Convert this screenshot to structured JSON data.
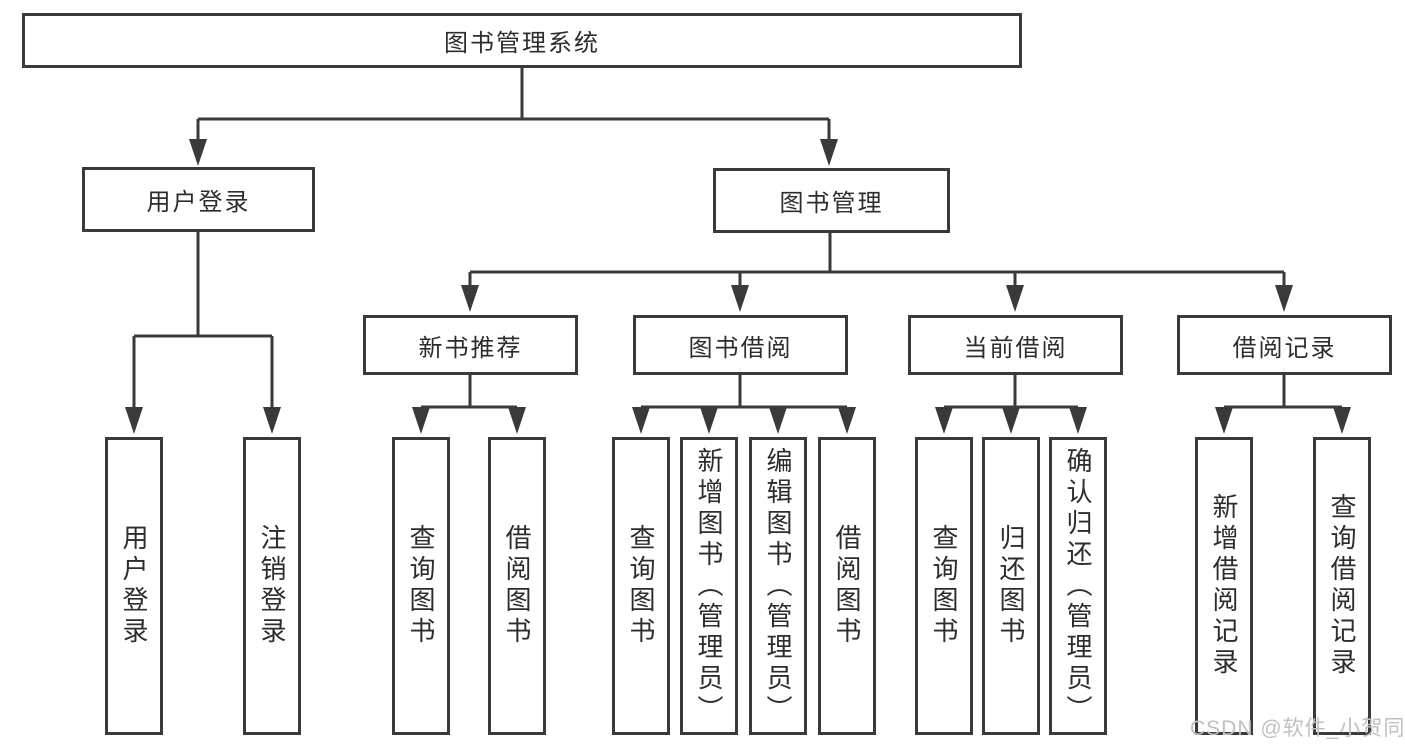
{
  "diagram_type": "tree",
  "root": {
    "label": "图书管理系统"
  },
  "level2": {
    "user_login": {
      "label": "用户登录"
    },
    "book_management": {
      "label": "图书管理"
    }
  },
  "level3": {
    "new_book_recommend": {
      "label": "新书推荐"
    },
    "book_borrow": {
      "label": "图书借阅"
    },
    "current_borrow": {
      "label": "当前借阅"
    },
    "borrow_record": {
      "label": "借阅记录"
    }
  },
  "leaves": {
    "user_login": {
      "label": "用户登录"
    },
    "logout": {
      "label": "注销登录"
    },
    "recommend_query_book": {
      "label": "查询图书"
    },
    "recommend_borrow_book": {
      "label": "借阅图书"
    },
    "borrow_query_book": {
      "label": "查询图书"
    },
    "add_book_admin": {
      "label": "新增图书（管理员）"
    },
    "edit_book_admin": {
      "label": "编辑图书（管理员）"
    },
    "borrow_borrow_book": {
      "label": "借阅图书"
    },
    "current_query_book": {
      "label": "查询图书"
    },
    "return_book": {
      "label": "归还图书"
    },
    "confirm_return_admin": {
      "label": "确认归还（管理员）"
    },
    "add_borrow_record": {
      "label": "新增借阅记录"
    },
    "query_borrow_record": {
      "label": "查询借阅记录"
    }
  },
  "watermark": {
    "text": "CSDN @软件_小贺同学"
  },
  "colors": {
    "line": "#3a3a3a",
    "box_border": "#3a3a3a",
    "text": "#2d2d2d",
    "watermark": "#c0c0c0",
    "background": "#ffffff"
  }
}
